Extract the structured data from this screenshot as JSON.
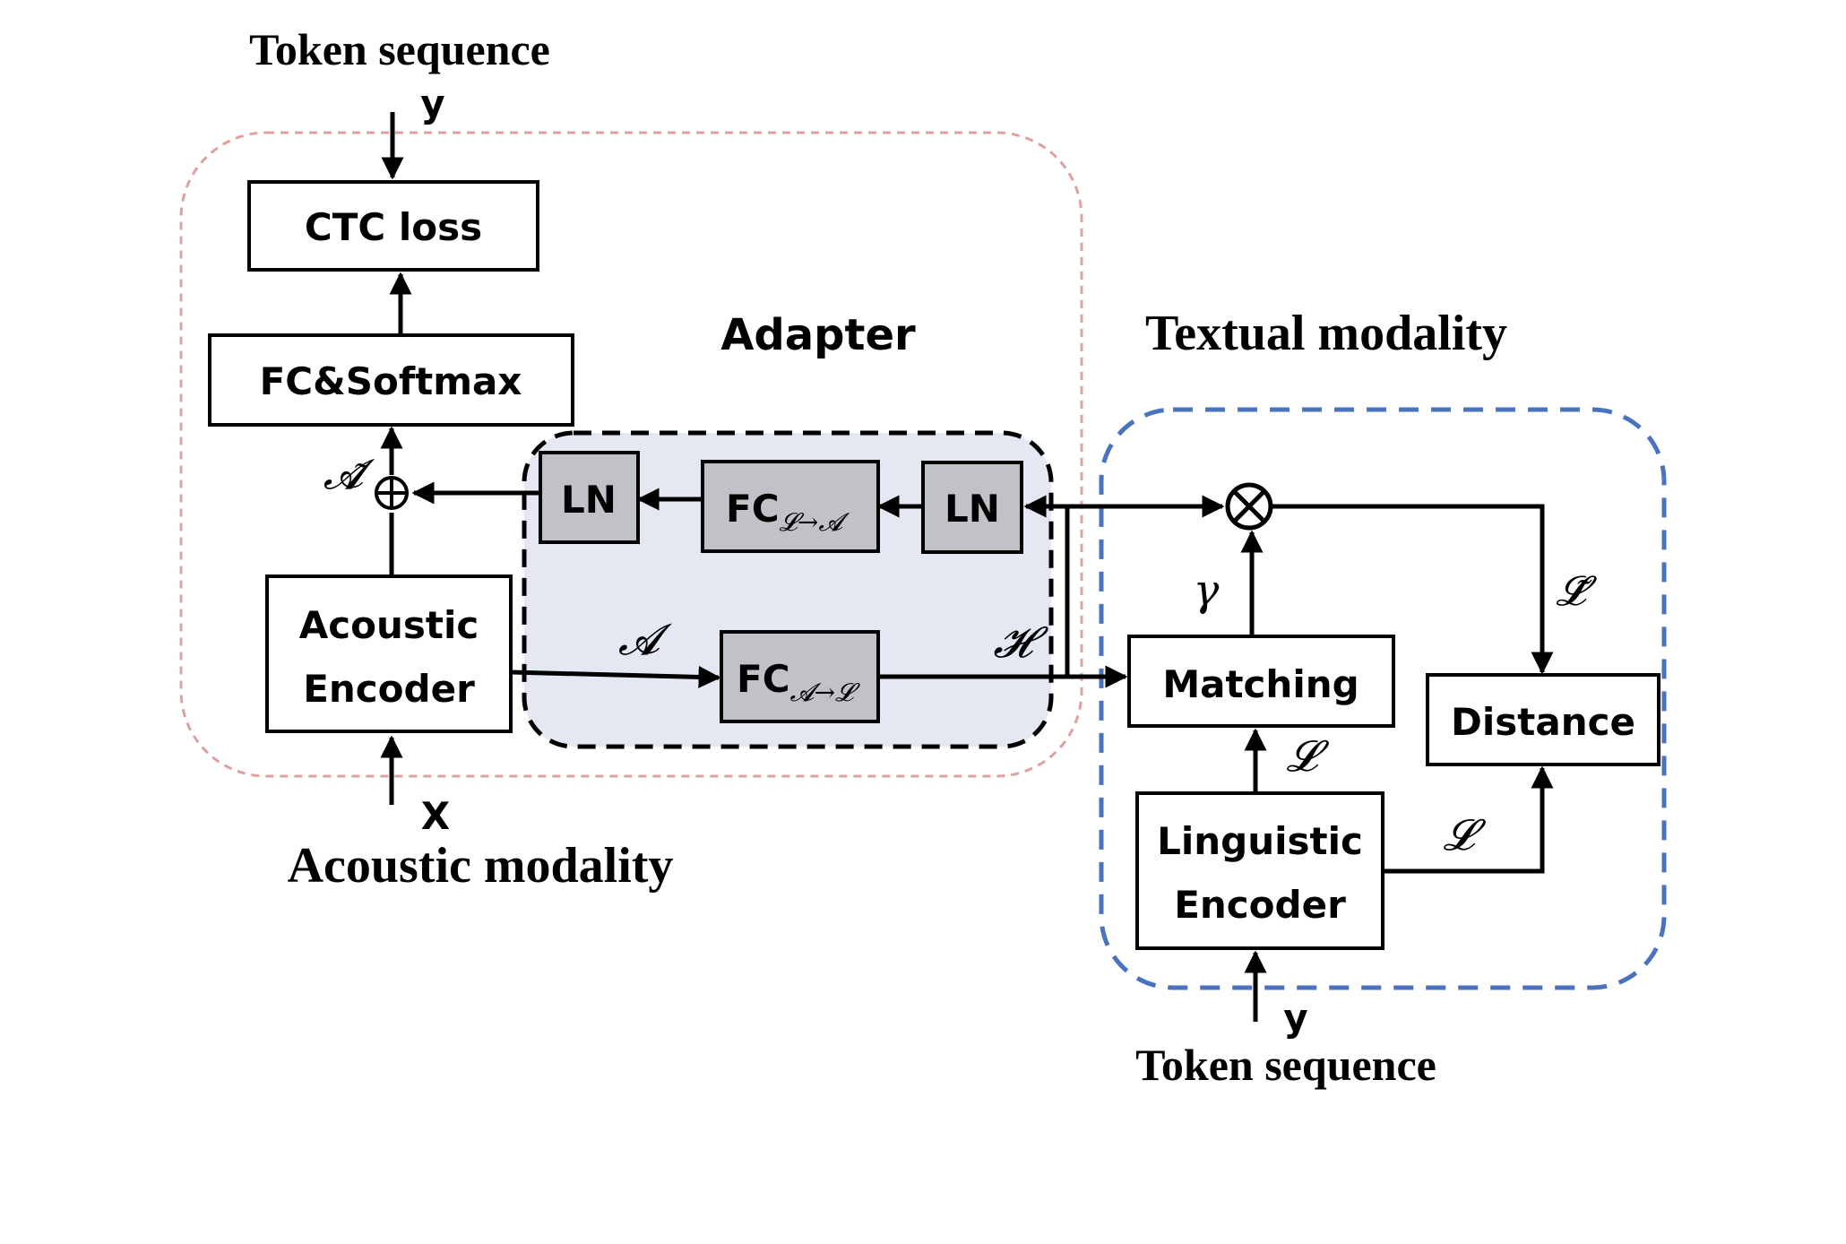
{
  "labels": {
    "token_sequence_top": "Token sequence",
    "y_top": "y",
    "x_input": "X",
    "acoustic_modality": "Acoustic modality",
    "adapter": "Adapter",
    "textual_modality": "Textual modality",
    "token_sequence_bottom": "Token sequence",
    "y_bottom": "y"
  },
  "blocks": {
    "ctc_loss": "CTC loss",
    "fc_softmax": "FC&Softmax",
    "acoustic_encoder_line1": "Acoustic",
    "acoustic_encoder_line2": "Encoder",
    "ln_left": "LN",
    "fc_l2a": "FC",
    "fc_l2a_sub": "𝓛→𝓐",
    "ln_right": "LN",
    "fc_a2l": "FC",
    "fc_a2l_sub": "𝓐→𝓛",
    "matching": "Matching",
    "distance": "Distance",
    "linguistic_encoder_line1": "Linguistic",
    "linguistic_encoder_line2": "Encoder"
  },
  "symbols": {
    "a_tilde": "𝓐̃",
    "a": "𝓐",
    "h": "𝓗",
    "gamma": "γ",
    "l_tilde": "𝓛̃",
    "l_matching": "𝓛",
    "l_distance": "𝓛"
  },
  "colors": {
    "acoustic_boundary": "#e0a0a0",
    "textual_boundary": "#4a72bf",
    "adapter_fill": "#e4e8f3",
    "gray_block": "#c0c2c8"
  }
}
